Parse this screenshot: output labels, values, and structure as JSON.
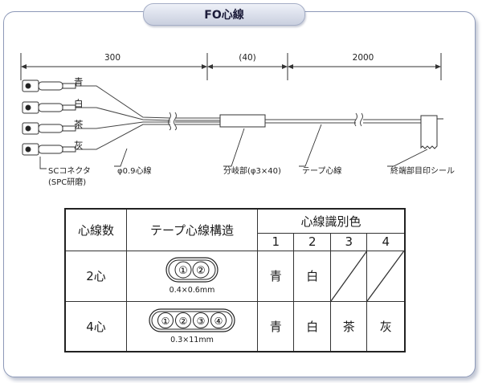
{
  "title": "FO心線",
  "dimensions": [
    "300",
    "(40)",
    "2000"
  ],
  "colors": [
    "青",
    "白",
    "茶",
    "灰"
  ],
  "callouts": {
    "connector": "SCコネクタ",
    "connector_sub": "(SPC研磨)",
    "fiber": "φ0.9心線",
    "branch": "分岐部(φ3×40)",
    "tape": "テープ心線",
    "seal": "終端部目印シール"
  },
  "table": {
    "col_count": "心線数",
    "col_structure": "テープ心線構造",
    "col_color_id": "心線識別色",
    "nums": [
      "1",
      "2",
      "3",
      "4"
    ],
    "rows": [
      {
        "count": "2心",
        "fibers": [
          "①",
          "②"
        ],
        "size": "0.4×0.6mm",
        "c1": "青",
        "c2": "白"
      },
      {
        "count": "4心",
        "fibers": [
          "①",
          "②",
          "③",
          "④"
        ],
        "size": "0.3×11mm",
        "c1": "青",
        "c2": "白",
        "c3": "茶",
        "c4": "灰"
      }
    ]
  }
}
